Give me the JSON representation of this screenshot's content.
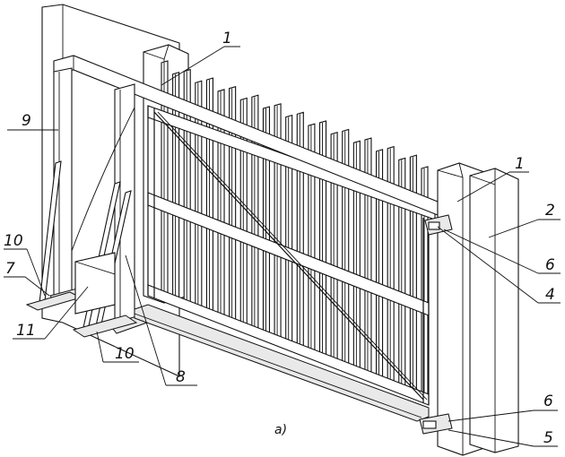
{
  "labels": {
    "l1a": "1",
    "l1b": "1",
    "l2": "2",
    "l4": "4",
    "l5": "5",
    "l6a": "6",
    "l6b": "6",
    "l7": "7",
    "l8": "8",
    "l9": "9",
    "l10a": "10",
    "l10b": "10",
    "l11": "11"
  },
  "caption": "а)"
}
